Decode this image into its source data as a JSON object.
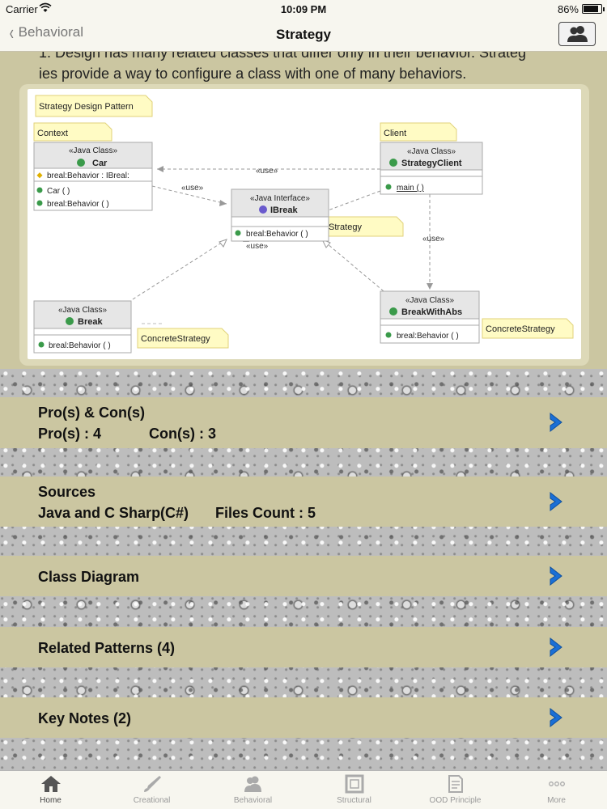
{
  "status_bar": {
    "carrier": "Carrier",
    "time": "10:09 PM",
    "battery": "86%",
    "battery_level": 0.86
  },
  "nav": {
    "back_label": "Behavioral",
    "title": "Strategy"
  },
  "description": {
    "line1": "1. Design has many related classes that differ only in their behavior. Strateg",
    "line2": "ies provide a way to configure a class with one of many behaviors."
  },
  "diagram": {
    "notes": {
      "title": "Strategy Design Pattern",
      "context": "Context",
      "client": "Client",
      "strategy": "Strategy",
      "concrete1": "ConcreteStrategy",
      "concrete2": "ConcreteStrategy"
    },
    "classes": {
      "car": {
        "stereotype": "«Java Class»",
        "name": "Car",
        "attr": "breal:Behavior : IBreal:",
        "op1": "Car ( )",
        "op2": "breal:Behavior ( )"
      },
      "ibreak": {
        "stereotype": "«Java Interface»",
        "name": "IBreak",
        "op1": "breal:Behavior ( )"
      },
      "client": {
        "stereotype": "«Java Class»",
        "name": "StrategyClient",
        "op1": "main ( )"
      },
      "break": {
        "stereotype": "«Java Class»",
        "name": "Break",
        "op1": "breal:Behavior ( )"
      },
      "breakwithabs": {
        "stereotype": "«Java Class»",
        "name": "BreakWithAbs",
        "op1": "breal:Behavior ( )"
      }
    },
    "labels": {
      "use1": "«use»",
      "use2": "«use»",
      "use3": "«use»",
      "use4": "«use»"
    }
  },
  "rows": {
    "pros_cons": {
      "title": "Pro(s) & Con(s)",
      "pros": "Pro(s) : 4",
      "cons": "Con(s) : 3"
    },
    "sources": {
      "title": "Sources",
      "langs": "Java and C Sharp(C#)",
      "files": "Files Count : 5"
    },
    "class_diagram": {
      "title": "Class Diagram"
    },
    "related": {
      "title": "Related Patterns (4)"
    },
    "key_notes": {
      "title": "Key Notes (2)"
    }
  },
  "tabs": [
    {
      "label": "Home",
      "icon": "house-icon"
    },
    {
      "label": "Creational",
      "icon": "brush-icon"
    },
    {
      "label": "Behavioral",
      "icon": "people-icon"
    },
    {
      "label": "Structural",
      "icon": "frame-icon"
    },
    {
      "label": "OOD Principle",
      "icon": "document-icon"
    },
    {
      "label": "More",
      "icon": "more-dots-icon"
    }
  ],
  "colors": {
    "row_bg": "#cbc6a1",
    "accent_blue": "#1a6fd6",
    "note_yellow": "#fffbc4"
  }
}
